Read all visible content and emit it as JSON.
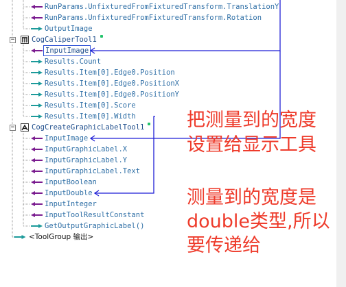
{
  "tree": {
    "items": [
      {
        "text": "RunParams.UnfixturedFromFixturedTransform.TranslationY",
        "dir": "in"
      },
      {
        "text": "RunParams.UnfixturedFromFixturedTransform.Rotation",
        "dir": "in"
      },
      {
        "text": "OutputImage",
        "dir": "out"
      },
      {
        "text": "CogCaliperTool1",
        "dir": "tool",
        "icon": "caliper-tool-icon"
      },
      {
        "text": "InputImage",
        "dir": "in",
        "selected": true
      },
      {
        "text": "Results.Count",
        "dir": "out"
      },
      {
        "text": "Results.Item[0].Edge0.Position",
        "dir": "out"
      },
      {
        "text": "Results.Item[0].Edge0.PositionX",
        "dir": "out"
      },
      {
        "text": "Results.Item[0].Edge0.PositionY",
        "dir": "out"
      },
      {
        "text": "Results.Item[0].Score",
        "dir": "out"
      },
      {
        "text": "Results.Item[0].Width",
        "dir": "out"
      },
      {
        "text": "CogCreateGraphicLabelTool1",
        "dir": "tool",
        "icon": "graphic-label-tool-icon"
      },
      {
        "text": "InputImage",
        "dir": "in"
      },
      {
        "text": "InputGraphicLabel.X",
        "dir": "in"
      },
      {
        "text": "InputGraphicLabel.Y",
        "dir": "in"
      },
      {
        "text": "InputGraphicLabel.Text",
        "dir": "in"
      },
      {
        "text": "InputBoolean",
        "dir": "in"
      },
      {
        "text": "InputDouble",
        "dir": "in"
      },
      {
        "text": "InputInteger",
        "dir": "in"
      },
      {
        "text": "InputToolResultConstant",
        "dir": "in"
      },
      {
        "text": "GetOutputGraphicLabel()",
        "dir": "out"
      },
      {
        "text": "<ToolGroup 输出>",
        "dir": "group"
      }
    ]
  },
  "annotations": {
    "line1": "把测量到的宽度",
    "line2": "设置给显示工具",
    "line3": "测量到的宽度是",
    "line4": "double类型,所以",
    "line5": "要传递给"
  },
  "colors": {
    "in_arrow": "#7a1b8f",
    "out_arrow": "#1b9a9a",
    "link_line": "#1f1fd6",
    "annotation": "#ee3b2b",
    "valid_dot": "#23c36b"
  }
}
